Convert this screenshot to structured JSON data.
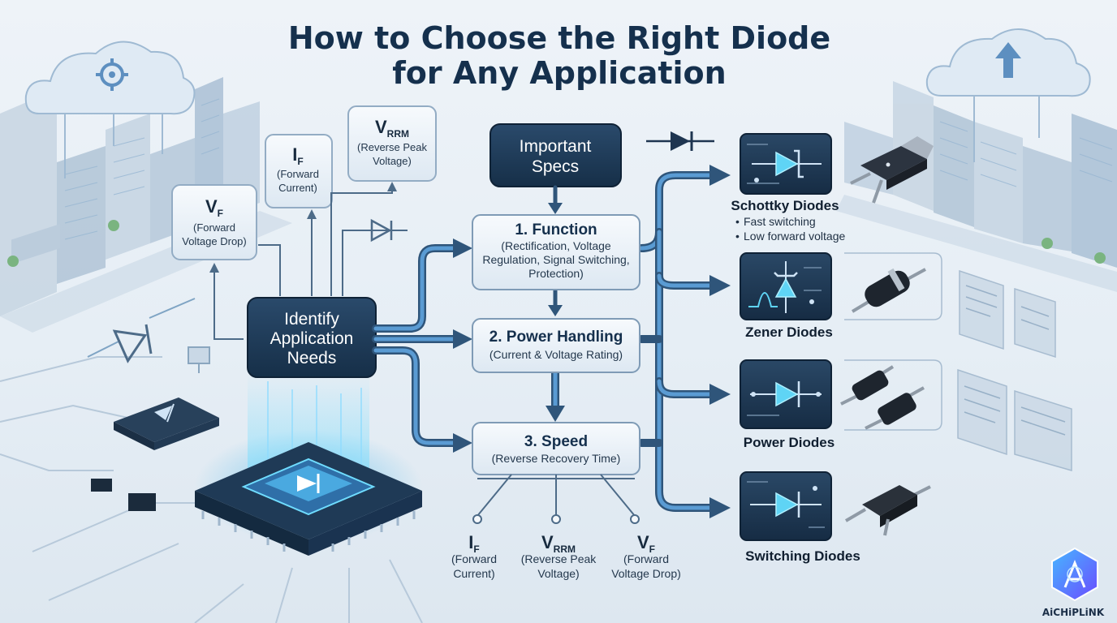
{
  "title_lines": [
    "How to Choose the Right Diode",
    "for Any Application"
  ],
  "colors": {
    "background": "#e9f0f6",
    "title": "#15304d",
    "dark_box": "#1d3a55",
    "accent_blue": "#3b82c4",
    "card_dark": "#203a56",
    "cyan_glow": "#5fd4f5"
  },
  "specs_top": [
    {
      "symbol": "V",
      "subscript": "F",
      "desc": [
        "(Forward",
        "Voltage Drop)"
      ]
    },
    {
      "symbol": "I",
      "subscript": "F",
      "desc": [
        "(Forward",
        "Current)"
      ]
    },
    {
      "symbol": "V",
      "subscript": "RRM",
      "desc": [
        "(Reverse Peak",
        "Voltage)"
      ]
    }
  ],
  "important_specs_lines": [
    "Important",
    "Specs"
  ],
  "identify_lines": [
    "Identify",
    "Application",
    "Needs"
  ],
  "steps": [
    {
      "title": "1. Function",
      "desc": [
        "(Rectification, Voltage",
        "Regulation, Signal Switching,",
        "Protection)"
      ]
    },
    {
      "title": "2. Power Handling",
      "desc": [
        "(Current & Voltage Rating)"
      ]
    },
    {
      "title": "3. Speed",
      "desc": [
        "(Reverse Recovery Time)"
      ]
    }
  ],
  "specs_bottom": [
    {
      "symbol": "I",
      "subscript": "F",
      "desc": [
        "(Forward",
        "Current)"
      ]
    },
    {
      "symbol": "V",
      "subscript": "RRM",
      "desc": [
        "(Reverse Peak",
        "Voltage)"
      ]
    },
    {
      "symbol": "V",
      "subscript": "F",
      "desc": [
        "(Forward",
        "Voltage Drop)"
      ]
    }
  ],
  "diode_types": [
    {
      "name": "Schottky Diodes",
      "icon": "schottky-diode-symbol-icon",
      "bullets": [
        "Fast switching",
        "Low forward voltage"
      ]
    },
    {
      "name": "Zener Diodes",
      "icon": "zener-diode-symbol-icon",
      "bullets": []
    },
    {
      "name": "Power Diodes",
      "icon": "power-diode-symbol-icon",
      "bullets": []
    },
    {
      "name": "Switching Diodes",
      "icon": "switching-diode-symbol-icon",
      "bullets": []
    }
  ],
  "brand": "AiCHiPLiNK"
}
